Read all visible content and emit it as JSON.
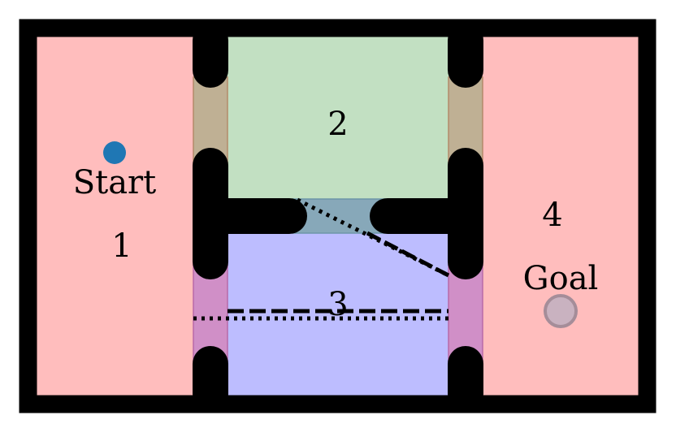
{
  "rooms": [
    {
      "id": "1",
      "label": "1",
      "color": "#ffbdbd"
    },
    {
      "id": "2",
      "label": "2",
      "color": "#c2e0c2"
    },
    {
      "id": "3",
      "label": "3",
      "color": "#bdbdff"
    },
    {
      "id": "4",
      "label": "4",
      "color": "#ffbdbd"
    }
  ],
  "doorways": [
    {
      "between": "1-2",
      "color": "#bfb094"
    },
    {
      "between": "1-3",
      "color": "#d08fc7"
    },
    {
      "between": "2-4",
      "color": "#bfb094"
    },
    {
      "between": "3-4",
      "color": "#d08fc7"
    },
    {
      "between": "2-3",
      "color": "#87a8b9"
    }
  ],
  "start": {
    "label": "Start",
    "color": "#1f77b4"
  },
  "goal": {
    "label": "Goal",
    "color": "#c9b2c0"
  },
  "wall_color": "#000000"
}
